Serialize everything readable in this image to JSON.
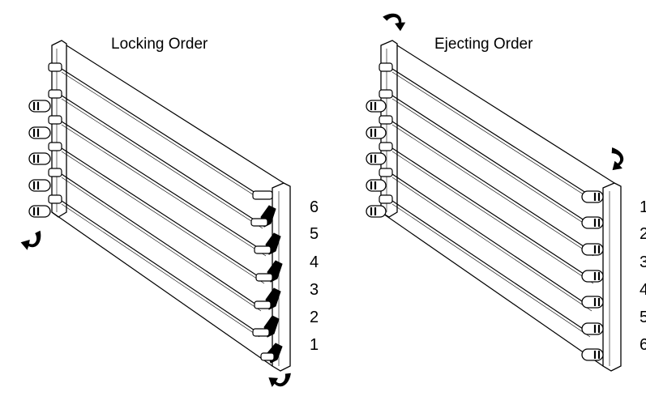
{
  "diagrams": [
    {
      "title": "Locking Order",
      "slot_numbers": [
        "6",
        "5",
        "4",
        "3",
        "2",
        "1"
      ],
      "right_levers": "closed",
      "left_levers": "open"
    },
    {
      "title": "Ejecting Order",
      "slot_numbers": [
        "1",
        "2",
        "3",
        "4",
        "5",
        "6"
      ],
      "right_levers": "open",
      "left_levers": "open"
    }
  ],
  "icons": [
    "curved-arrow-icon"
  ]
}
